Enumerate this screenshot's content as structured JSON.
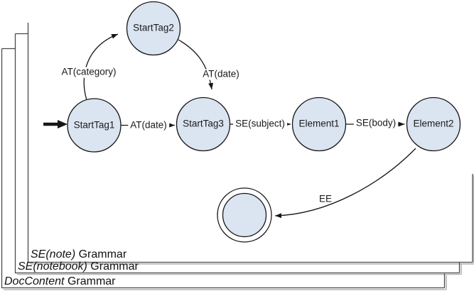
{
  "diagram": {
    "colors": {
      "state_fill": "#dbe5f1",
      "line": "#161616",
      "sheet_border": "#4a4a4a",
      "sheet_shadow": "#b4b4b4"
    },
    "initial_state": "StartTag1",
    "states": [
      {
        "label": "StartTag1"
      },
      {
        "label": "StartTag2"
      },
      {
        "label": "StartTag3"
      },
      {
        "label": "Element1"
      },
      {
        "label": "Element2"
      }
    ],
    "final_state": {
      "shape": "double-circle"
    },
    "transitions": [
      {
        "from": "StartTag1",
        "to": "StartTag2",
        "label": "AT(category)"
      },
      {
        "from": "StartTag2",
        "to": "StartTag3",
        "label": "AT(date)"
      },
      {
        "from": "StartTag1",
        "to": "StartTag3",
        "label": "AT(date)"
      },
      {
        "from": "StartTag3",
        "to": "Element1",
        "label": "SE(subject)"
      },
      {
        "from": "Element1",
        "to": "Element2",
        "label": "SE(body)"
      },
      {
        "from": "Element2",
        "to": "final",
        "label": "EE"
      }
    ],
    "grammars": [
      {
        "name": "SE(note)",
        "suffix": " Grammar"
      },
      {
        "name": "SE(notebook)",
        "suffix": " Grammar"
      },
      {
        "name": "DocContent",
        "suffix": " Grammar"
      }
    ]
  }
}
